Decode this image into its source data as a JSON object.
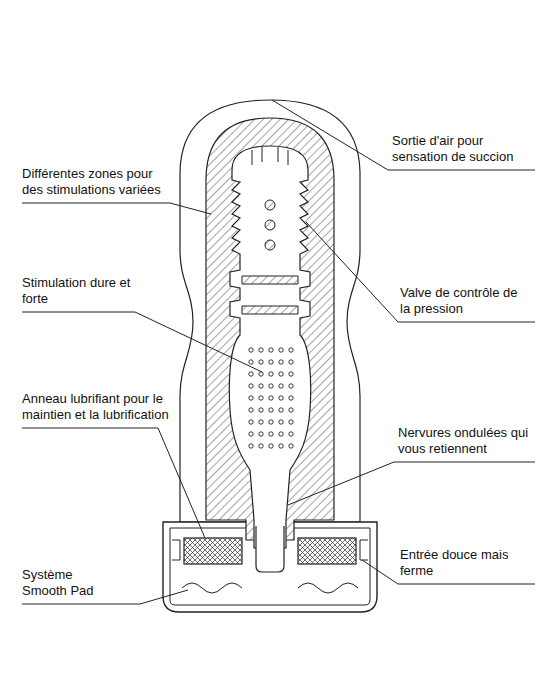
{
  "diagram": {
    "labels": [
      "Différentes zones pour des stimulations variées",
      "Stimulation dure et forte",
      "Anneau lubrifiant pour le maintien et la lubrification",
      "Système Smooth Pad",
      "Sortie d'air pour sensation de succion",
      "Valve de contrôle de la pression",
      "Nervures ondulées qui vous retiennent",
      "Entrée douce mais ferme"
    ]
  }
}
